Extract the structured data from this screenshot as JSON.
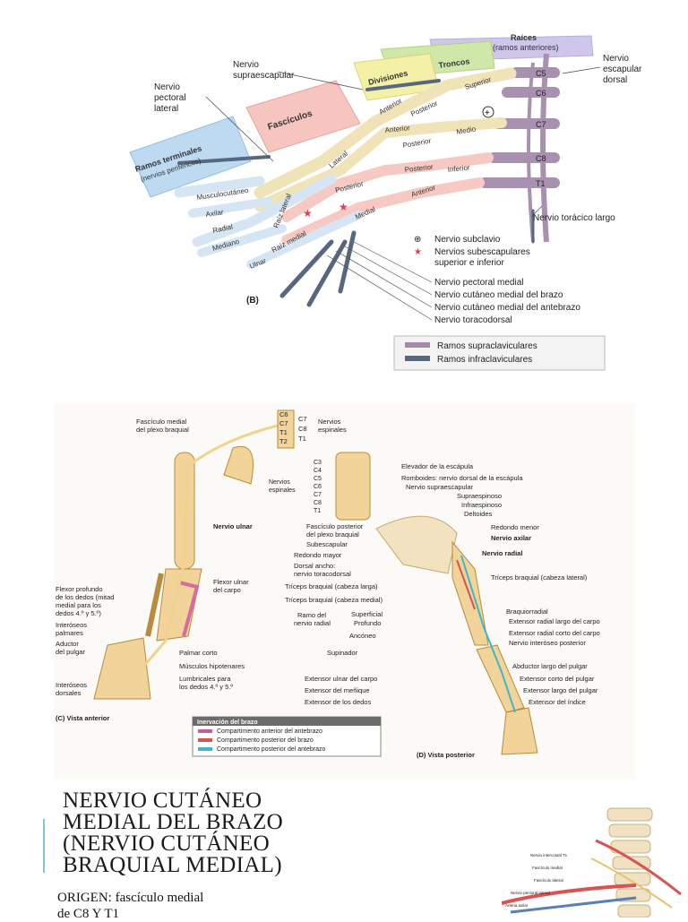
{
  "plexus": {
    "panel_label": "(B)",
    "top_labels": {
      "supraescapular": [
        "Nervio",
        "supraescapular"
      ],
      "pectoral_lateral": [
        "Nervio",
        "pectoral",
        "lateral"
      ],
      "escapular_dorsal": [
        "Nervio",
        "escapular",
        "dorsal"
      ],
      "toracico_largo": "Nervio torácico largo"
    },
    "regions": {
      "raices": "Raíces",
      "raices_sub": "(ramos anteriores)",
      "troncos": "Troncos",
      "divisiones": "Divisiones",
      "fasciculos": "Fascículos",
      "ramos_terminales": "Ramos terminales",
      "ramos_terminales_sub": "(nervios periféricos)"
    },
    "roots": [
      "C5",
      "C6",
      "C7",
      "C8",
      "T1"
    ],
    "trunks": [
      "Superior",
      "Medio",
      "Inferior"
    ],
    "divisions": [
      "Anterior",
      "Posterior",
      "Anterior",
      "Posterior",
      "Posterior",
      "Anterior"
    ],
    "cords": [
      "Lateral",
      "Posterior",
      "Medial"
    ],
    "terminal": [
      "Musculocutáneo",
      "Axilar",
      "Radial",
      "Mediano",
      "Ulnar"
    ],
    "roots_mediano": [
      "Raíz lateral",
      "Raíz medial"
    ],
    "legend_symbols": [
      {
        "symbol": "⊕",
        "text": "Nervio subclavio"
      },
      {
        "symbol": "★",
        "text": "Nervios subescapulares",
        "text2": "superior e inferior"
      }
    ],
    "right_labels": [
      "Nervio pectoral medial",
      "Nervio cutáneo medial del brazo",
      "Nervio cutáneo medial del antebrazo",
      "Nervio toracodorsal"
    ],
    "legend_colors": [
      {
        "text": "Ramos supraclaviculares",
        "color": "#a58aa8"
      },
      {
        "text": "Ramos infraclaviculares",
        "color": "#56677f"
      }
    ]
  },
  "arms": {
    "anterior_caption": "(C) Vista anterior",
    "posterior_caption": "(D) Vista posterior",
    "spinal_left": [
      "C6",
      "C7",
      "T1",
      "T2"
    ],
    "spinal_right": [
      "C7",
      "C8",
      "T1"
    ],
    "spinal_label": [
      "Nervios",
      "espinales"
    ],
    "anterior_labels": {
      "fasciculo_medial": [
        "Fascículo medial",
        "del plexo braquial"
      ],
      "nervio_ulnar": "Nervio ulnar",
      "flexor_ulnar": [
        "Flexor ulnar",
        "del carpo"
      ],
      "flexor_profundo": [
        "Flexor profundo",
        "de los dedos (mitad",
        "medial para los",
        "dedos 4.º y 5.º)"
      ],
      "interoseos_palmares": [
        "Interóseos",
        "palmares"
      ],
      "aductor": [
        "Aductor",
        "del pulgar"
      ],
      "palmar_corto": "Palmar corto",
      "hipotenares": "Músculos hipotenares",
      "lumbricales": [
        "Lumbricales para",
        "los dedos 4.º y 5.º"
      ],
      "interoseos_dorsales": [
        "Interóseos",
        "dorsales"
      ]
    },
    "vert_labels": [
      "C3",
      "C4",
      "C5",
      "C6",
      "C7",
      "C8",
      "T1"
    ],
    "vert_group_label": [
      "Nervios",
      "espinales"
    ],
    "posterior_right": [
      "Elevador de la escápula",
      "Romboides: nervio dorsal de la escápula",
      "Nervio supraescapular",
      "Supraespinoso",
      "Infraespinoso",
      "Deltoides",
      "Redondo menor",
      "Nervio axilar",
      "Nervio radial",
      "Tríceps braquial (cabeza lateral)",
      "Braquiorradial",
      "Extensor radial largo del carpo",
      "Extensor radial corto del carpo",
      "Nervio interóseo posterior",
      "Abductor largo del pulgar",
      "Extensor corto del pulgar",
      "Extensor largo del pulgar",
      "Extensor del índice"
    ],
    "posterior_left": [
      [
        "Fascículo posterior",
        "del plexo braquial"
      ],
      [
        "Subescapular"
      ],
      [
        "Redondo mayor"
      ],
      [
        "Dorsal ancho:",
        "nervio toracodorsal"
      ],
      [
        "Tríceps braquial (cabeza larga)"
      ],
      [
        "Tríceps braquial (cabeza medial)"
      ]
    ],
    "ramo_radial": [
      "Ramo del",
      "nervio radial"
    ],
    "ramo_branches": [
      "Superficial",
      "Profundo"
    ],
    "posterior_left_lower": [
      "Ancóneo",
      "Supinador",
      "Extensor ulnar del carpo",
      "Extensor del meñique",
      "Extensor de los dedos"
    ],
    "legend": {
      "title": "Inervación del brazo",
      "items": [
        {
          "text": "Compartimento anterior del antebrazo",
          "color": "#c65a9a"
        },
        {
          "text": "Compartimento  posterior del brazo",
          "color": "#d9534f"
        },
        {
          "text": "Compartimento posterior del antebrazo",
          "color": "#3fb7c9"
        }
      ]
    }
  },
  "slide": {
    "title_lines": [
      "NERVIO CUTÁNEO",
      "MEDIAL DEL BRAZO",
      "(NERVIO CUTÁNEO",
      "BRAQUIAL MEDIAL)"
    ],
    "body_line1": "ORIGEN: fascículo medial",
    "body_line2": "de C8 Y T1"
  },
  "thumb": {
    "labels": [
      "Nervio intercostal T1",
      "Fascículo medial",
      "Fascículo lateral",
      "Nervio pectoral lateral",
      "Arteria axilar"
    ]
  }
}
